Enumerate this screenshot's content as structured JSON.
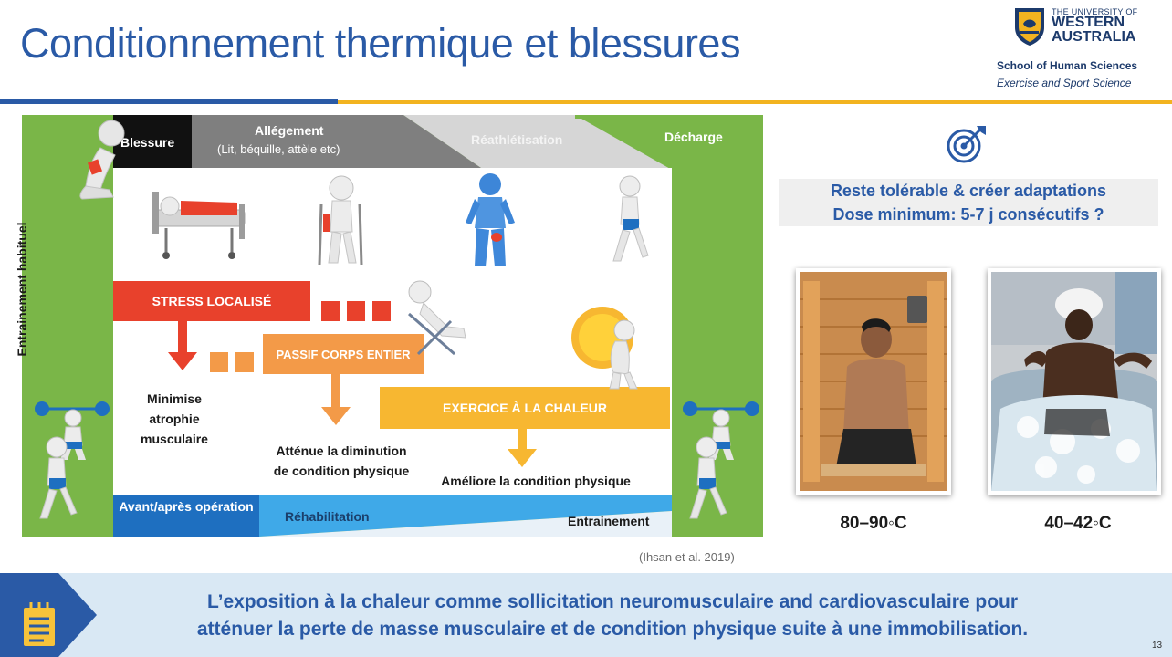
{
  "slide": {
    "title": "Conditionnement thermique et blessures",
    "page_number": "13"
  },
  "university": {
    "small": "THE UNIVERSITY OF",
    "name_line1": "WESTERN",
    "name_line2": "AUSTRALIA",
    "school": "School of Human Sciences",
    "department": "Exercise and Sport Science",
    "crest_icon": "university-crest-icon"
  },
  "diagram": {
    "side_label": "Entrainement habituel",
    "top_phases": {
      "blessure": "Blessure",
      "allegement": "Allégement",
      "allegement_detail": "(Lit, béquille, attèle etc)",
      "reathletisation": "Réathlétisation",
      "decharge": "Décharge"
    },
    "bars": {
      "stress": "STRESS LOCALISÉ",
      "passif": "PASSIF CORPS ENTIER",
      "exercice": "EXERCICE À LA CHALEUR"
    },
    "effects": {
      "minimise": "Minimise atrophie musculaire",
      "attenue_1": "Atténue la diminution",
      "attenue_2": "de condition physique",
      "ameliore": "Améliore la condition physique"
    },
    "bottom_phases": {
      "avant": "Avant/après opération",
      "rehab": "Réhabilitation",
      "entrainement": "Entrainement"
    },
    "colors": {
      "green": "#7ab648",
      "red": "#e8412c",
      "orange": "#f39a48",
      "gold": "#f7b731",
      "blue_dark": "#1e6fc0",
      "blue_light": "#3fa9e8"
    },
    "figures": [
      "injured-figure-icon",
      "hospital-bed-figure-icon",
      "crutch-figure-icon",
      "blue-anatomy-figure-icon",
      "runner-figure-icon",
      "reclining-chair-figure-icon",
      "sun-tired-figure-icon",
      "weightlifter-figure-icon",
      "runner-left-figure-icon",
      "weightlifter-right-figure-icon",
      "runner-right-figure-icon"
    ]
  },
  "right_panel": {
    "target_icon": "target-icon",
    "goal_line1": "Reste tolérable & créer adaptations",
    "goal_line2": "Dose minimum: 5-7 j consécutifs ?",
    "sauna_temp": "80–90◦C",
    "bath_temp": "40–42◦C"
  },
  "citation": "(Ihsan et al. 2019)",
  "banner": {
    "line1": "L’exposition à la chaleur comme sollicitation neuromusculaire and cardiovasculaire pour",
    "line2": "atténuer la perte de masse musculaire et de condition physique suite à une immobilisation.",
    "icon": "notepad-icon"
  }
}
